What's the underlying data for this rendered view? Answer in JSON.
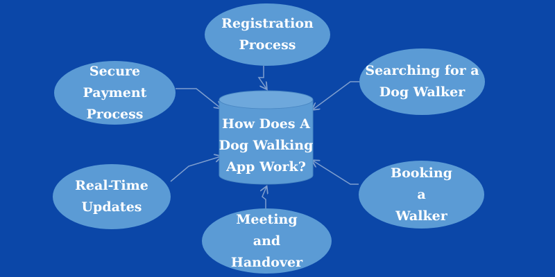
{
  "diagram": {
    "center": "How Does A Dog Walking App Work?",
    "nodes": {
      "registration": "Registration Process",
      "searching": "Searching for a Dog Walker",
      "secure_payment": "Secure Payment Process",
      "real_time": "Real-Time Updates",
      "booking": "Booking a Walker",
      "meeting": "Meeting and Handover"
    }
  },
  "colors": {
    "background": "#0b47a8",
    "node_fill": "#5b9bd5",
    "connector": "#7f9fcf",
    "text": "#ffffff"
  }
}
